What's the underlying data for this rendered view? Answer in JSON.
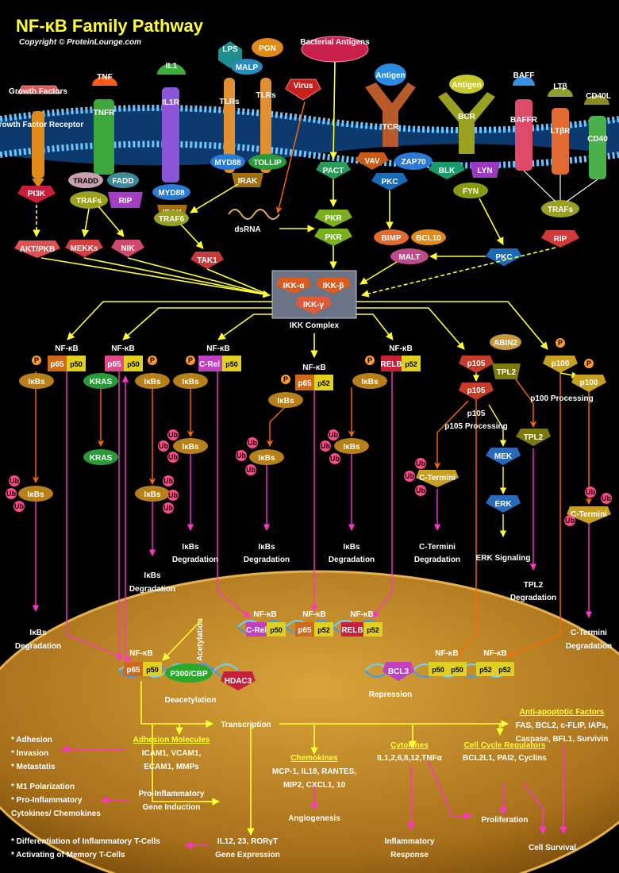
{
  "header": {
    "title": "NF-κB Family Pathway",
    "copyright": "Copyright © ProteinLounge.com"
  },
  "colors": {
    "background": "#000000",
    "arrow": "#ffff33",
    "inhibit": "#ff6a00",
    "degrade": "#ff33cc",
    "membrane": "#3da8ff",
    "nucleus": "#b87a1a"
  },
  "receptors": {
    "growth_factors": "Growth Factors",
    "growth_factor_receptor": "Growth Factor Receptor",
    "tnf": "TNF",
    "tnfr": "TNFR",
    "il1": "IL1",
    "il1r": "IL1R",
    "lps": "LPS",
    "malp": "MALP",
    "pgn": "PGN",
    "tlrs_a": "TLRs",
    "tlrs_b": "TLRs",
    "virus": "Virus",
    "bacterial_antigens": "Bacterial Antigens",
    "antigen_tcr": "Antigen",
    "tcr": "TCR",
    "antigen_bcr": "Antigen",
    "bcr": "BCR",
    "baff": "BAFF",
    "baffr": "BAFFR",
    "ltb": "LTβ",
    "ltbr": "LTβR",
    "cd40l": "CD40L",
    "cd40": "CD40"
  },
  "adaptors": {
    "pi3k": "PI3K",
    "akt": "AKT/PKB",
    "tradd": "TRADD",
    "fadd": "FADD",
    "trafs1": "TRAFs",
    "rip1": "RIP",
    "mekks": "MEKKs",
    "nik": "NIK",
    "myd88_a": "MYD88",
    "irak_a": "IRAK",
    "traf6": "TRAF6",
    "tak1": "TAK1",
    "myd88_b": "MYD88",
    "tollip": "TOLLIP",
    "irak_b": "IRAK",
    "dsrna": "dsRNA",
    "pact": "PACT",
    "pkr_a": "PKR",
    "pkr_b": "PKR",
    "vav": "VAV",
    "zap70": "ZAP70",
    "pkc_a": "PKC",
    "bimp": "BIMP",
    "bcl10": "BCL10",
    "malt": "MALT",
    "blk": "BLK",
    "lyn": "LYN",
    "fyn": "FYN",
    "pkc_b": "PKC",
    "trafs2": "TRAFs",
    "rip2": "RIP"
  },
  "ikk": {
    "alpha": "IKK-α",
    "beta": "IKK-β",
    "gamma": "IKK-γ",
    "label": "IKK Complex"
  },
  "cyto": {
    "nfkb": "NF-κB",
    "p": "P",
    "ub": "Ub",
    "ikbs": "IκBs",
    "p65": "p65",
    "p50": "p50",
    "p52": "p52",
    "crel": "C-Rel",
    "relb": "RELB",
    "kras": "KRAS",
    "abin2": "ABIN2",
    "tpl2": "TPL2",
    "p105": "p105",
    "p100": "p100",
    "p105_processing": "p105 Processing",
    "p100_processing": "p100 Processing",
    "mek": "MEK",
    "erk": "ERK",
    "erk_signaling": "ERK Signaling",
    "c_termini": "C-Termini",
    "degradation": "Degradation"
  },
  "nucleus": {
    "acetylation": "Acetylation",
    "deacetylation": "Deacetylation",
    "p300cbp": "P300/CBP",
    "hdac3": "HDAC3",
    "bcl3": "BCL3",
    "repression": "Repression",
    "transcription": "Transcription"
  },
  "outcomes": {
    "adhesion": "* Adhesion",
    "invasion": "* Invasion",
    "metastasis": "* Metastatis",
    "m1": "* M1 Polarization",
    "proinf": "* Pro-Inflammatory",
    "cytochem": "Cytokines/ Chemokines",
    "diff": "* Differentiation of Inflammatory T-Cells",
    "mem": "* Activating of  Memory T-Cells",
    "adh_title": "Adhesion Molecules",
    "adh_l1": "ICAM1, VCAM1,",
    "adh_l2": "ECAM1, MMPs",
    "proinf_l1": "Pro-Inflammatory",
    "proinf_l2": "Gene Induction",
    "il12_l1": "IL12, 23, RORγT",
    "il12_l2": "Gene Expression",
    "chem_title": "Chemokines",
    "chem_l1": "MCP-1, IL18, RANTES,",
    "chem_l2": "MIP2, CXCL1, 10",
    "angio": "Angiogenesis",
    "cyt_title": "Cytokines",
    "cyt_l1": "IL1,2,6,8,12,TNFα",
    "inflam_l1": "Inflammatory",
    "inflam_l2": "Response",
    "ccr_title": "Cell Cycle Regulators",
    "ccr_l1": "BCL2L1, PAI2, Cyclins",
    "prolif": "Proliferation",
    "survival": "Cell Survival",
    "anti_title": "Anti-apoptotic Factors",
    "anti_l1": "FAS, BCL2, c-FLIP, IAPs,",
    "anti_l2": "Caspase, BFL1, Survivin"
  }
}
